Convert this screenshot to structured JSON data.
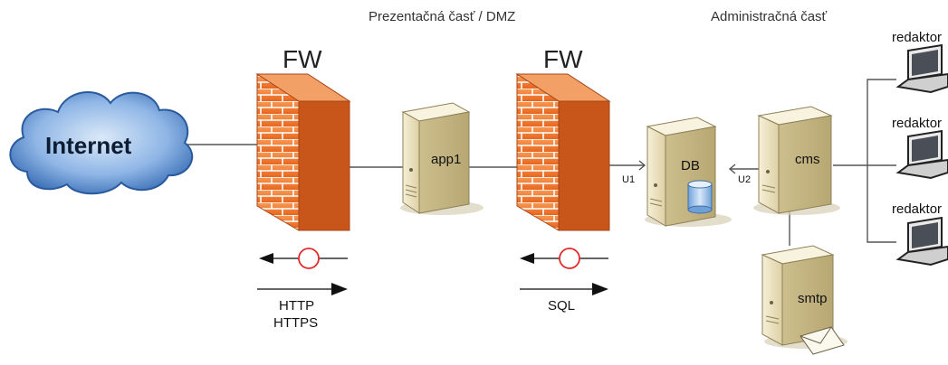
{
  "zones": {
    "presentation": "Prezentačná časť / DMZ",
    "admin": "Administračná časť"
  },
  "firewalls": {
    "left": "FW",
    "right": "FW"
  },
  "internet": "Internet",
  "servers": {
    "app1": "app1",
    "db": "DB",
    "cms": "cms",
    "smtp": "smtp"
  },
  "links": {
    "u1": "U1",
    "u2": "U2"
  },
  "protocols": {
    "http": "HTTP",
    "https": "HTTPS",
    "sql": "SQL"
  },
  "editors": [
    "redaktor",
    "redaktor",
    "redaktor"
  ],
  "colors": {
    "cloud": "#3b6fb6",
    "firewall": "#f47a30",
    "server": "#efe6c6",
    "blocked": "#e32a2a",
    "line": "#555555"
  }
}
